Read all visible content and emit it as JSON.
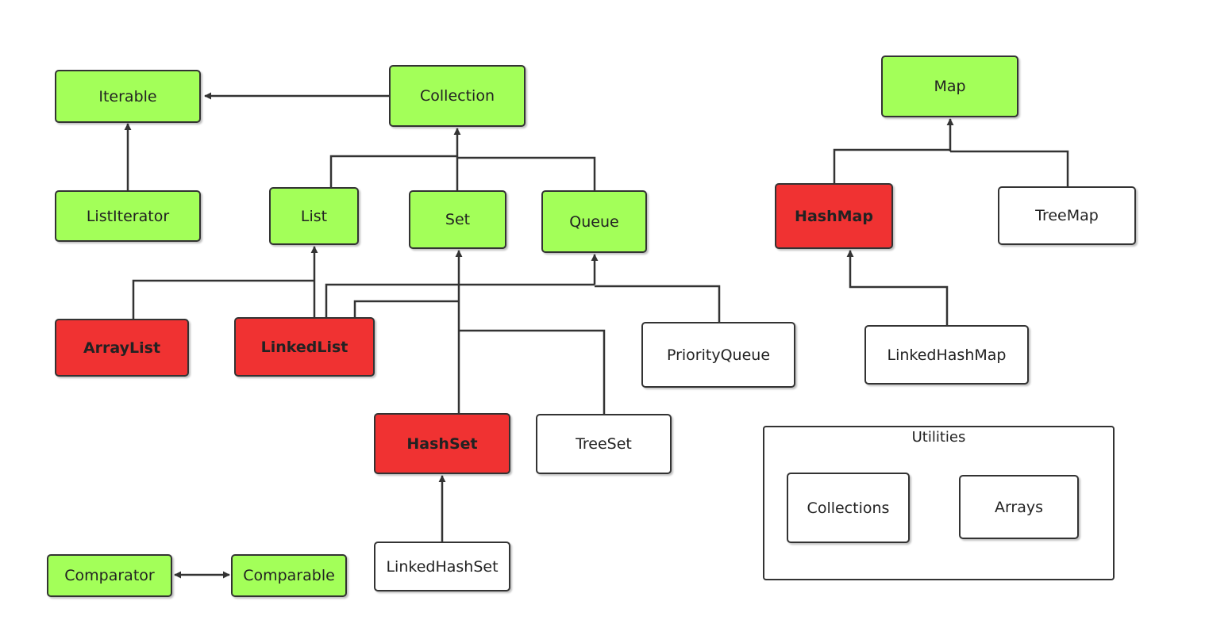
{
  "colors": {
    "interface": "#a3ff59",
    "implementation": "#f03232",
    "other": "#ffffff",
    "line": "#333333"
  },
  "nodes": {
    "iterable": "Iterable",
    "collection": "Collection",
    "map": "Map",
    "list_iterator": "ListIterator",
    "list": "List",
    "set": "Set",
    "queue": "Queue",
    "hash_map": "HashMap",
    "tree_map": "TreeMap",
    "array_list": "ArrayList",
    "linked_list": "LinkedList",
    "priority_queue": "PriorityQueue",
    "linked_hash_map": "LinkedHashMap",
    "hash_set": "HashSet",
    "tree_set": "TreeSet",
    "linked_hash_set": "LinkedHashSet",
    "comparator": "Comparator",
    "comparable": "Comparable"
  },
  "utilities": {
    "title": "Utilities",
    "collections": "Collections",
    "arrays": "Arrays"
  }
}
